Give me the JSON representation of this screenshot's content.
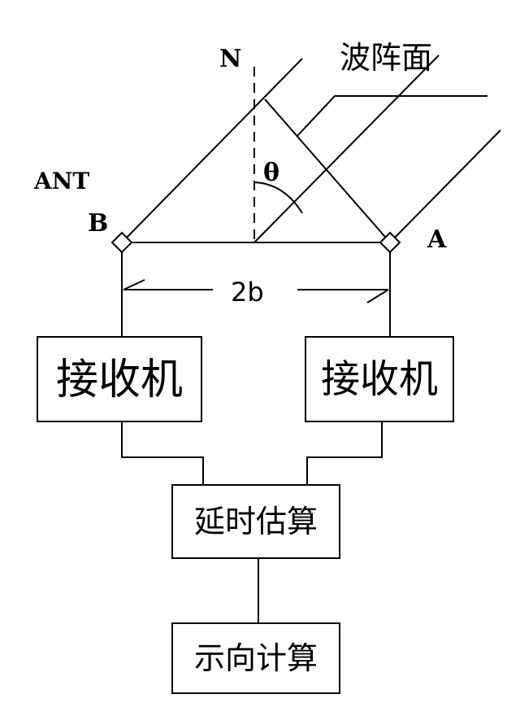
{
  "labels": {
    "north": "N",
    "wavefront": "波阵面",
    "antenna": "ANT",
    "antenna_b": "B",
    "antenna_a": "A",
    "angle": "θ",
    "baseline": "2b"
  },
  "blocks": {
    "receiver_left": "接收机",
    "receiver_right": "接收机",
    "delay_estimation": "延时估算",
    "direction_calculation": "示向计算"
  }
}
